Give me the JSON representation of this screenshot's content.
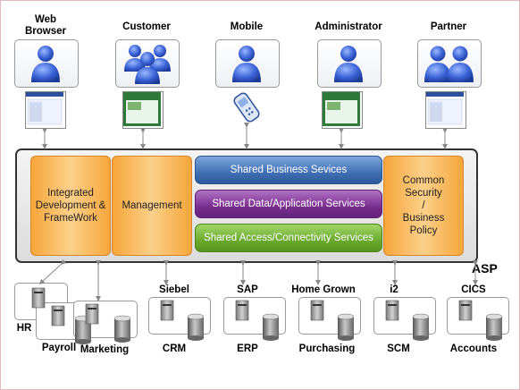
{
  "consumers": [
    {
      "label": "Web\nBrowser"
    },
    {
      "label": "Customer"
    },
    {
      "label": "Mobile"
    },
    {
      "label": "Administrator"
    },
    {
      "label": "Partner"
    }
  ],
  "asp": {
    "label": "ASP",
    "integrated": "Integrated\nDevelopment &\nFrameWork",
    "management": "Management",
    "business": "Shared Business Sevices",
    "data": "Shared Data/Application Services",
    "access": "Shared Access/Connectivity Services",
    "security": "Common\nSecurity\n/\nBusiness\nPolicy"
  },
  "systems": {
    "hr": "HR",
    "payroll": "Payroll",
    "marketing": "Marketing",
    "siebel": "Siebel",
    "crm": "CRM",
    "sap": "SAP",
    "erp": "ERP",
    "home_grown": "Home Grown",
    "purchasing": "Purchasing",
    "i2": "i2",
    "scm": "SCM",
    "cics": "CICS",
    "accounts": "Accounts"
  },
  "colors": {
    "orange": "#f6a63a",
    "blue": "#3f6fb4",
    "purple": "#7a2f8f",
    "green": "#6aaa2e"
  }
}
